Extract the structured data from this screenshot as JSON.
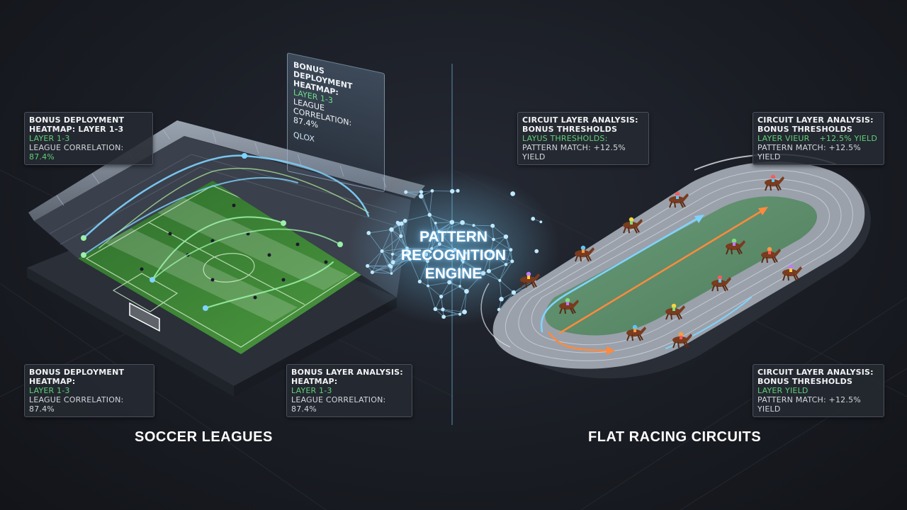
{
  "colors": {
    "background": "#1c1f26",
    "pitch": "#3f8a3a",
    "track_infield": "#5e8f6a",
    "network": "#7fd4ff",
    "accent_green": "#5fd07a",
    "arrow_orange": "#ff8a3d",
    "arrow_blue": "#7fd4ff"
  },
  "engine": {
    "line1": "PATTERN",
    "line2": "RECOGNITION",
    "line3": "ENGINE",
    "icon": "neural-network-icon"
  },
  "soccer": {
    "title": "SOCCER LEAGUES",
    "icon": "stadium-icon",
    "float_card": {
      "line1": "BONUS DEPLOYMENT",
      "line2": "HEATMAP:",
      "line3": "LAYER 1-3",
      "line4": "LEAGUE CORRELATION: 87.4%",
      "line5": "QLOX"
    },
    "cards": [
      {
        "line1": "BONUS DEPLOYMENT",
        "line2": "HEATMAP: LAYER 1-3",
        "line3": "LAYER 1-3",
        "line4": "LEAGUE CORRELATION:",
        "line5": "87.4%"
      },
      {
        "line1": "BONUS DEPLOYMENT",
        "line2": "HEATMAP:",
        "line3": "LAYER 1-3",
        "line4": "LEAGUE CORRELATION: 87.4%"
      },
      {
        "line1": "BONUS LAYER ANALYSIS:",
        "line2": "HEATMAP:",
        "line3": "LAYER 1-3",
        "line4": "LEAGUE CORRELATION: 87.4%"
      }
    ]
  },
  "racing": {
    "title": "FLAT RACING CIRCUITS",
    "icon": "racetrack-icon",
    "cards": [
      {
        "line1": "CIRCUIT LAYER ANALYSIS:",
        "line2": "BONUS THRESHOLDS",
        "line3": "LAYUS THRESHOLDS:",
        "line4": "PATTERN MATCH: +12.5% YIELD"
      },
      {
        "line1": "CIRCUIT LAYER ANALYSIS:",
        "line2": "BONUS THRESHOLDS",
        "line3a": "LAYER VIEUR",
        "line3b": "+12.5% YIELD",
        "line4": "PATTERN MATCH: +12.5% YIELD"
      },
      {
        "line1": "CIRCUIT LAYER ANALYSIS:",
        "line2": "BONUS THRESHOLDS",
        "line3": "LAYER YIELD",
        "line4": "PATTERN MATCH: +12.5% YIELD"
      }
    ]
  }
}
